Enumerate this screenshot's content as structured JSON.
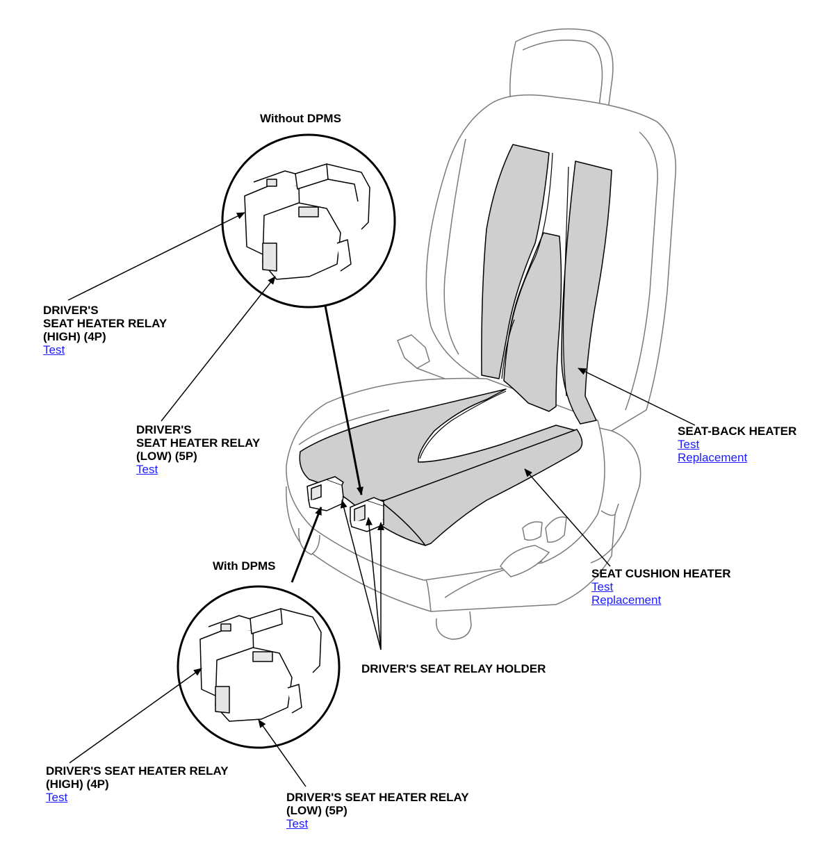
{
  "captions": {
    "without_dpms": "Without DPMS",
    "with_dpms": "With DPMS"
  },
  "labels": {
    "relay_high_top": {
      "lines": [
        "DRIVER'S",
        "SEAT HEATER RELAY",
        "(HIGH) (4P)"
      ],
      "links": [
        "Test"
      ]
    },
    "relay_low_top": {
      "lines": [
        "DRIVER'S",
        "SEAT HEATER RELAY",
        "(LOW) (5P)"
      ],
      "links": [
        "Test"
      ]
    },
    "seat_back_heater": {
      "lines": [
        "SEAT-BACK HEATER"
      ],
      "links": [
        "Test",
        "Replacement"
      ]
    },
    "seat_cushion_heater": {
      "lines": [
        "SEAT CUSHION HEATER"
      ],
      "links": [
        "Test",
        "Replacement"
      ]
    },
    "relay_holder": {
      "lines": [
        "DRIVER'S SEAT RELAY HOLDER"
      ],
      "links": []
    },
    "relay_high_bottom": {
      "lines": [
        "DRIVER'S SEAT HEATER RELAY",
        "(HIGH) (4P)"
      ],
      "links": [
        "Test"
      ]
    },
    "relay_low_bottom": {
      "lines": [
        "DRIVER'S SEAT HEATER RELAY",
        "(LOW) (5P)"
      ],
      "links": [
        "Test"
      ]
    }
  },
  "colors": {
    "link": "#1a1aff",
    "heater_fill": "#cfcfcf",
    "line": "#000000",
    "seat_outline": "#7a7a7a"
  }
}
